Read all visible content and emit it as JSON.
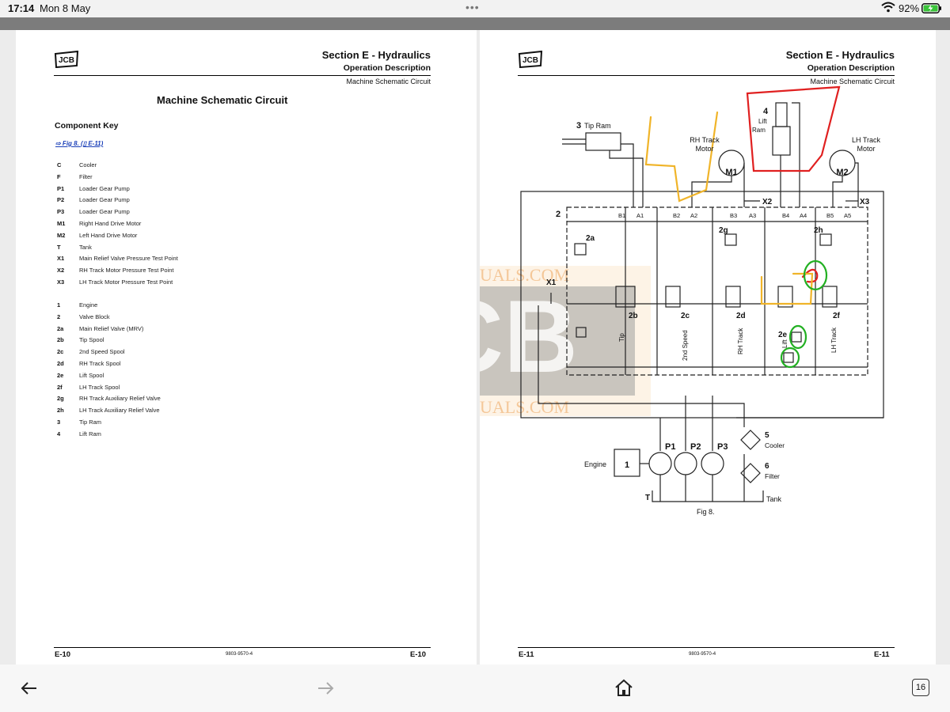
{
  "status_bar": {
    "time": "17:14",
    "date": "Mon 8 May",
    "battery": "92%"
  },
  "left_page": {
    "logo_text": "JCB",
    "section_title": "Section E - Hydraulics",
    "subtitle": "Operation Description",
    "sub_subtitle": "Machine Schematic Circuit",
    "doc_title": "Machine Schematic Circuit",
    "key_heading": "Component Key",
    "fig_link": "⇨ Fig 8. (▯ E-11)",
    "component_key": [
      {
        "code": "C",
        "desc": "Cooler"
      },
      {
        "code": "F",
        "desc": "Filter"
      },
      {
        "code": "P1",
        "desc": "Loader Gear Pump"
      },
      {
        "code": "P2",
        "desc": "Loader Gear Pump"
      },
      {
        "code": "P3",
        "desc": "Loader Gear Pump"
      },
      {
        "code": "M1",
        "desc": "Right Hand Drive Motor"
      },
      {
        "code": "M2",
        "desc": "Left Hand Drive Motor"
      },
      {
        "code": "T",
        "desc": "Tank"
      },
      {
        "code": "X1",
        "desc": "Main Relief Valve Pressure Test Point"
      },
      {
        "code": "X2",
        "desc": "RH Track Motor Pressure Test Point"
      },
      {
        "code": "X3",
        "desc": "LH Track Motor Pressure Test Point"
      }
    ],
    "component_key_2": [
      {
        "code": "1",
        "desc": "Engine"
      },
      {
        "code": "2",
        "desc": "Valve Block"
      },
      {
        "code": "2a",
        "desc": "Main Relief Valve (MRV)"
      },
      {
        "code": "2b",
        "desc": "Tip Spool"
      },
      {
        "code": "2c",
        "desc": "2nd Speed Spool"
      },
      {
        "code": "2d",
        "desc": "RH Track Spool"
      },
      {
        "code": "2e",
        "desc": "Lift Spool"
      },
      {
        "code": "2f",
        "desc": "LH Track Spool"
      },
      {
        "code": "2g",
        "desc": "RH Track Auxiliary Relief Valve"
      },
      {
        "code": "2h",
        "desc": "LH Track Auxiliary Relief Valve"
      },
      {
        "code": "3",
        "desc": "Tip Ram"
      },
      {
        "code": "4",
        "desc": "Lift Ram"
      }
    ],
    "footer_left": "E-10",
    "footer_center": "9803-9570-4",
    "footer_right": "E-10"
  },
  "right_page": {
    "logo_text": "JCB",
    "section_title": "Section E - Hydraulics",
    "subtitle": "Operation Description",
    "sub_subtitle": "Machine Schematic Circuit",
    "footer_left": "E-11",
    "footer_center": "9803-9570-4",
    "footer_right": "E-11",
    "schematic": {
      "tip_ram_num": "3",
      "tip_ram": "Tip Ram",
      "rh_motor_1": "RH Track",
      "rh_motor_2": "Motor",
      "lift_num": "4",
      "lift_1": "Lift",
      "lift_2": "Ram",
      "lh_motor_1": "LH Track",
      "lh_motor_2": "Motor",
      "m1": "M1",
      "m2": "M2",
      "x1": "X1",
      "x2": "X2",
      "x3": "X3",
      "block_num": "2",
      "ports": [
        "B1",
        "A1",
        "B2",
        "A2",
        "B3",
        "A3",
        "B4",
        "A4",
        "B5",
        "A5"
      ],
      "valves": [
        "2a",
        "2b",
        "2c",
        "2d",
        "2e",
        "2f",
        "2g",
        "2h"
      ],
      "spool_labels": [
        "Tip",
        "2nd Speed",
        "RH Track",
        "Lift",
        "LH Track"
      ],
      "pumps": [
        "P1",
        "P2",
        "P3"
      ],
      "engine": "Engine",
      "engine_num": "1",
      "cooler_num": "5",
      "cooler": "Cooler",
      "filter_num": "6",
      "filter": "Filter",
      "tank_t": "T",
      "tank": "Tank",
      "fig_caption": "Fig 8."
    },
    "watermark_logo": "JCB",
    "watermark_url": "WWW.JCBMANUALS.COM"
  },
  "toolbar": {
    "tab_count": "16",
    "icons": [
      "back-arrow-icon",
      "forward-arrow-icon",
      "home-icon",
      "tabs-icon"
    ]
  },
  "colors": {
    "annotation_red": "#e02020",
    "annotation_yellow": "#f0b429",
    "annotation_green": "#22b022",
    "watermark_orange": "#f5c98a",
    "link_blue": "#1a3fb8"
  }
}
